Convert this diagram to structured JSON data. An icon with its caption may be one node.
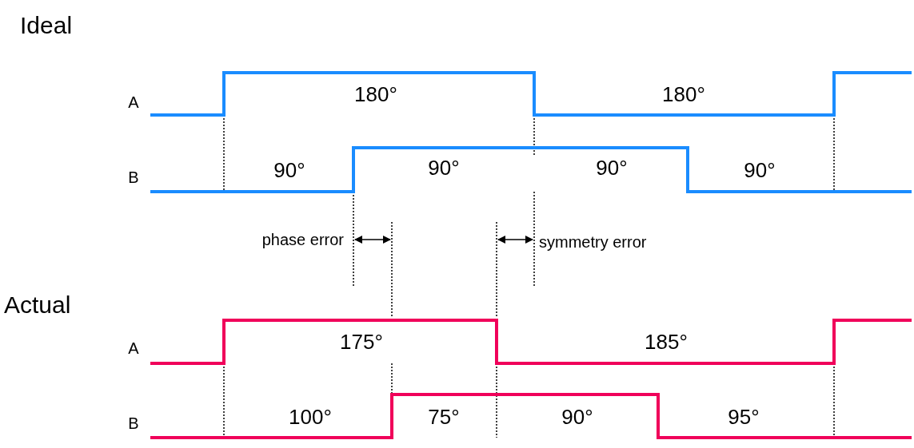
{
  "diagram": {
    "labels": [
      "Ideal",
      "A",
      "180°",
      "180°",
      "B",
      "90°",
      "90°",
      "90°",
      "90°",
      "phase error",
      "symmetry error",
      "Actual",
      "A",
      "175°",
      "185°",
      "B",
      "100°",
      "75°",
      "90°",
      "95°"
    ]
  }
}
